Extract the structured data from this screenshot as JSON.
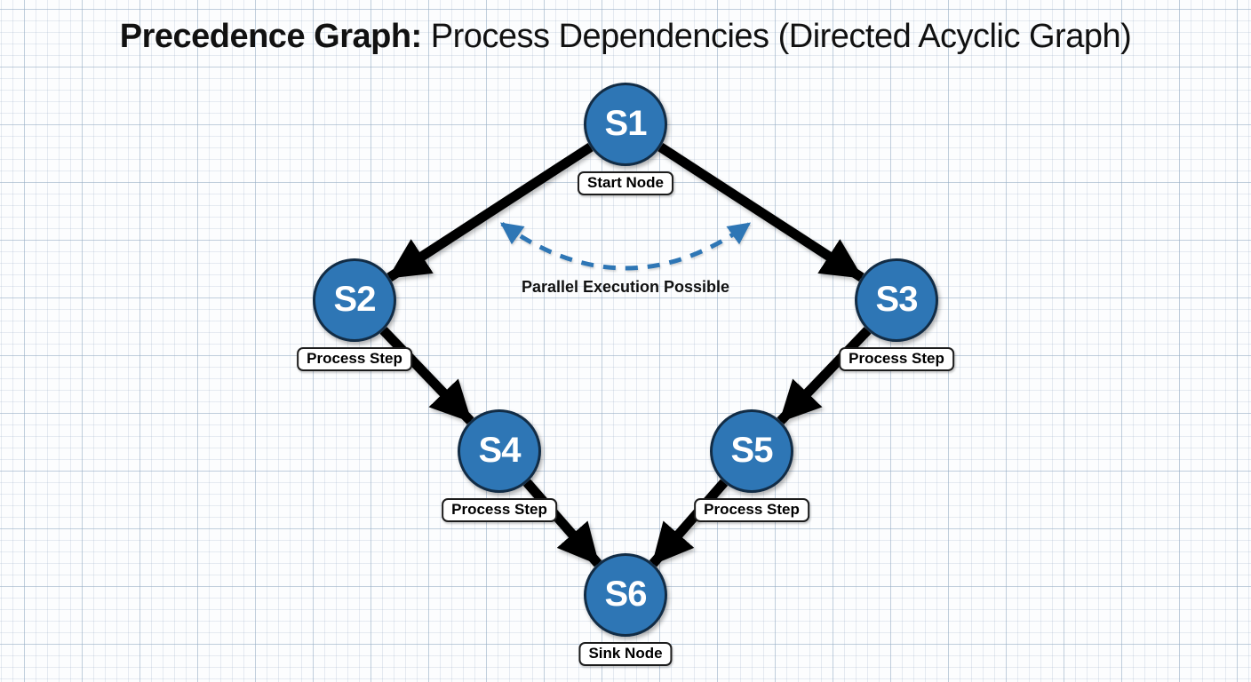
{
  "title": {
    "bold": "Precedence Graph:",
    "rest": " Process Dependencies (Directed Acyclic Graph)"
  },
  "nodes": [
    {
      "id": "S1",
      "label": "S1",
      "badge": "Start Node"
    },
    {
      "id": "S2",
      "label": "S2",
      "badge": "Process Step"
    },
    {
      "id": "S3",
      "label": "S3",
      "badge": "Process Step"
    },
    {
      "id": "S4",
      "label": "S4",
      "badge": "Process Step"
    },
    {
      "id": "S5",
      "label": "S5",
      "badge": "Process Step"
    },
    {
      "id": "S6",
      "label": "S6",
      "badge": "Sink Node"
    }
  ],
  "edges": [
    {
      "from": "S1",
      "to": "S2"
    },
    {
      "from": "S1",
      "to": "S3"
    },
    {
      "from": "S2",
      "to": "S4"
    },
    {
      "from": "S3",
      "to": "S5"
    },
    {
      "from": "S4",
      "to": "S6"
    },
    {
      "from": "S5",
      "to": "S6"
    }
  ],
  "annotation": {
    "text": "Parallel Execution Possible",
    "between": [
      "S2",
      "S3"
    ],
    "style": "dashed-double-arrow"
  },
  "colors": {
    "node_fill": "#2e76b5",
    "node_border": "#122c45",
    "node_text": "#ffffff",
    "edge": "#000000",
    "parallel_arrow": "#2e76b5",
    "badge_bg": "#ffffff",
    "badge_border": "#1c1c1c",
    "title_text": "#111111"
  }
}
